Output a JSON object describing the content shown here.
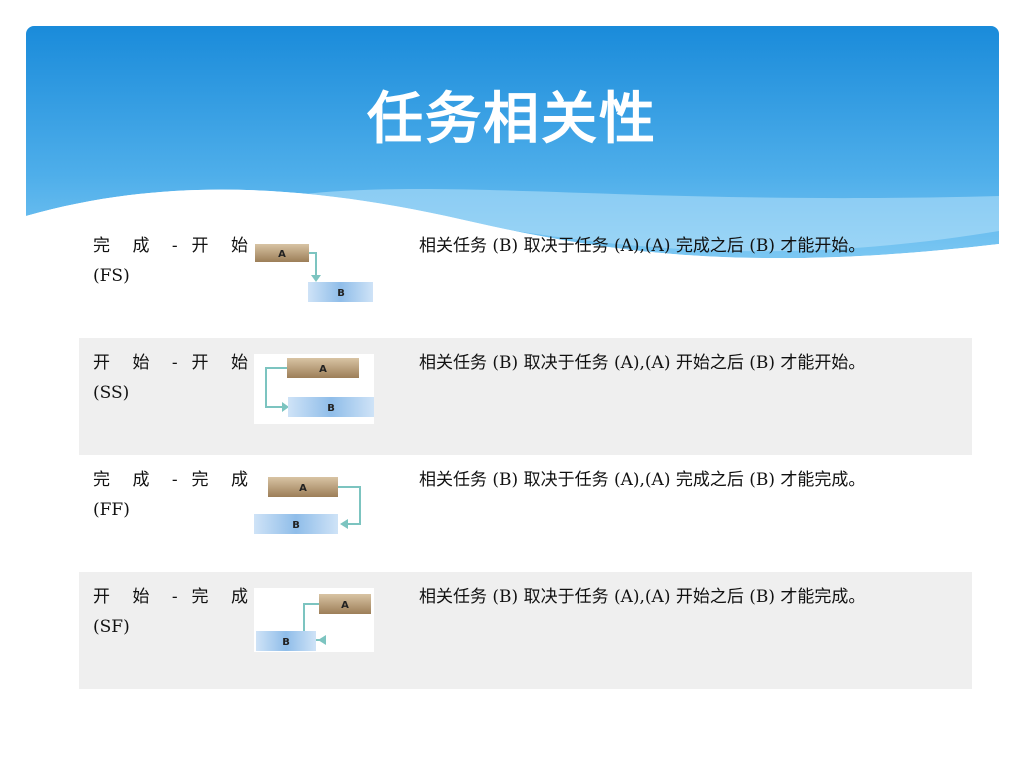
{
  "page": {
    "title": "任务相关性"
  },
  "rows": [
    {
      "name": "完 成 - 开 始",
      "code": "(FS)",
      "description": "相关任务 (B) 取决于任务 (A),(A) 完成之后 (B) 才能开始。",
      "diagram_icon": "finish-to-start-diagram"
    },
    {
      "name": "开 始 - 开 始",
      "code": "(SS)",
      "description": "相关任务 (B) 取决于任务 (A),(A) 开始之后 (B) 才能开始。",
      "diagram_icon": "start-to-start-diagram"
    },
    {
      "name": "完 成 - 完 成",
      "code": "(FF)",
      "description": "相关任务 (B) 取决于任务 (A),(A) 完成之后 (B) 才能完成。",
      "diagram_icon": "finish-to-finish-diagram"
    },
    {
      "name": "开 始 - 完 成",
      "code": "(SF)",
      "description": "相关任务 (B) 取决于任务 (A),(A) 开始之后 (B) 才能完成。",
      "diagram_icon": "start-to-finish-diagram"
    }
  ],
  "diagram_labels": {
    "a": "A",
    "b": "B"
  },
  "colors": {
    "header_top": "#1f8fdc",
    "header_bottom": "#7fcaf2",
    "bar_a": "#b89a74",
    "bar_b": "#a9cdf2",
    "arrow": "#7cc4c0",
    "row_alt_bg": "#efefef"
  }
}
